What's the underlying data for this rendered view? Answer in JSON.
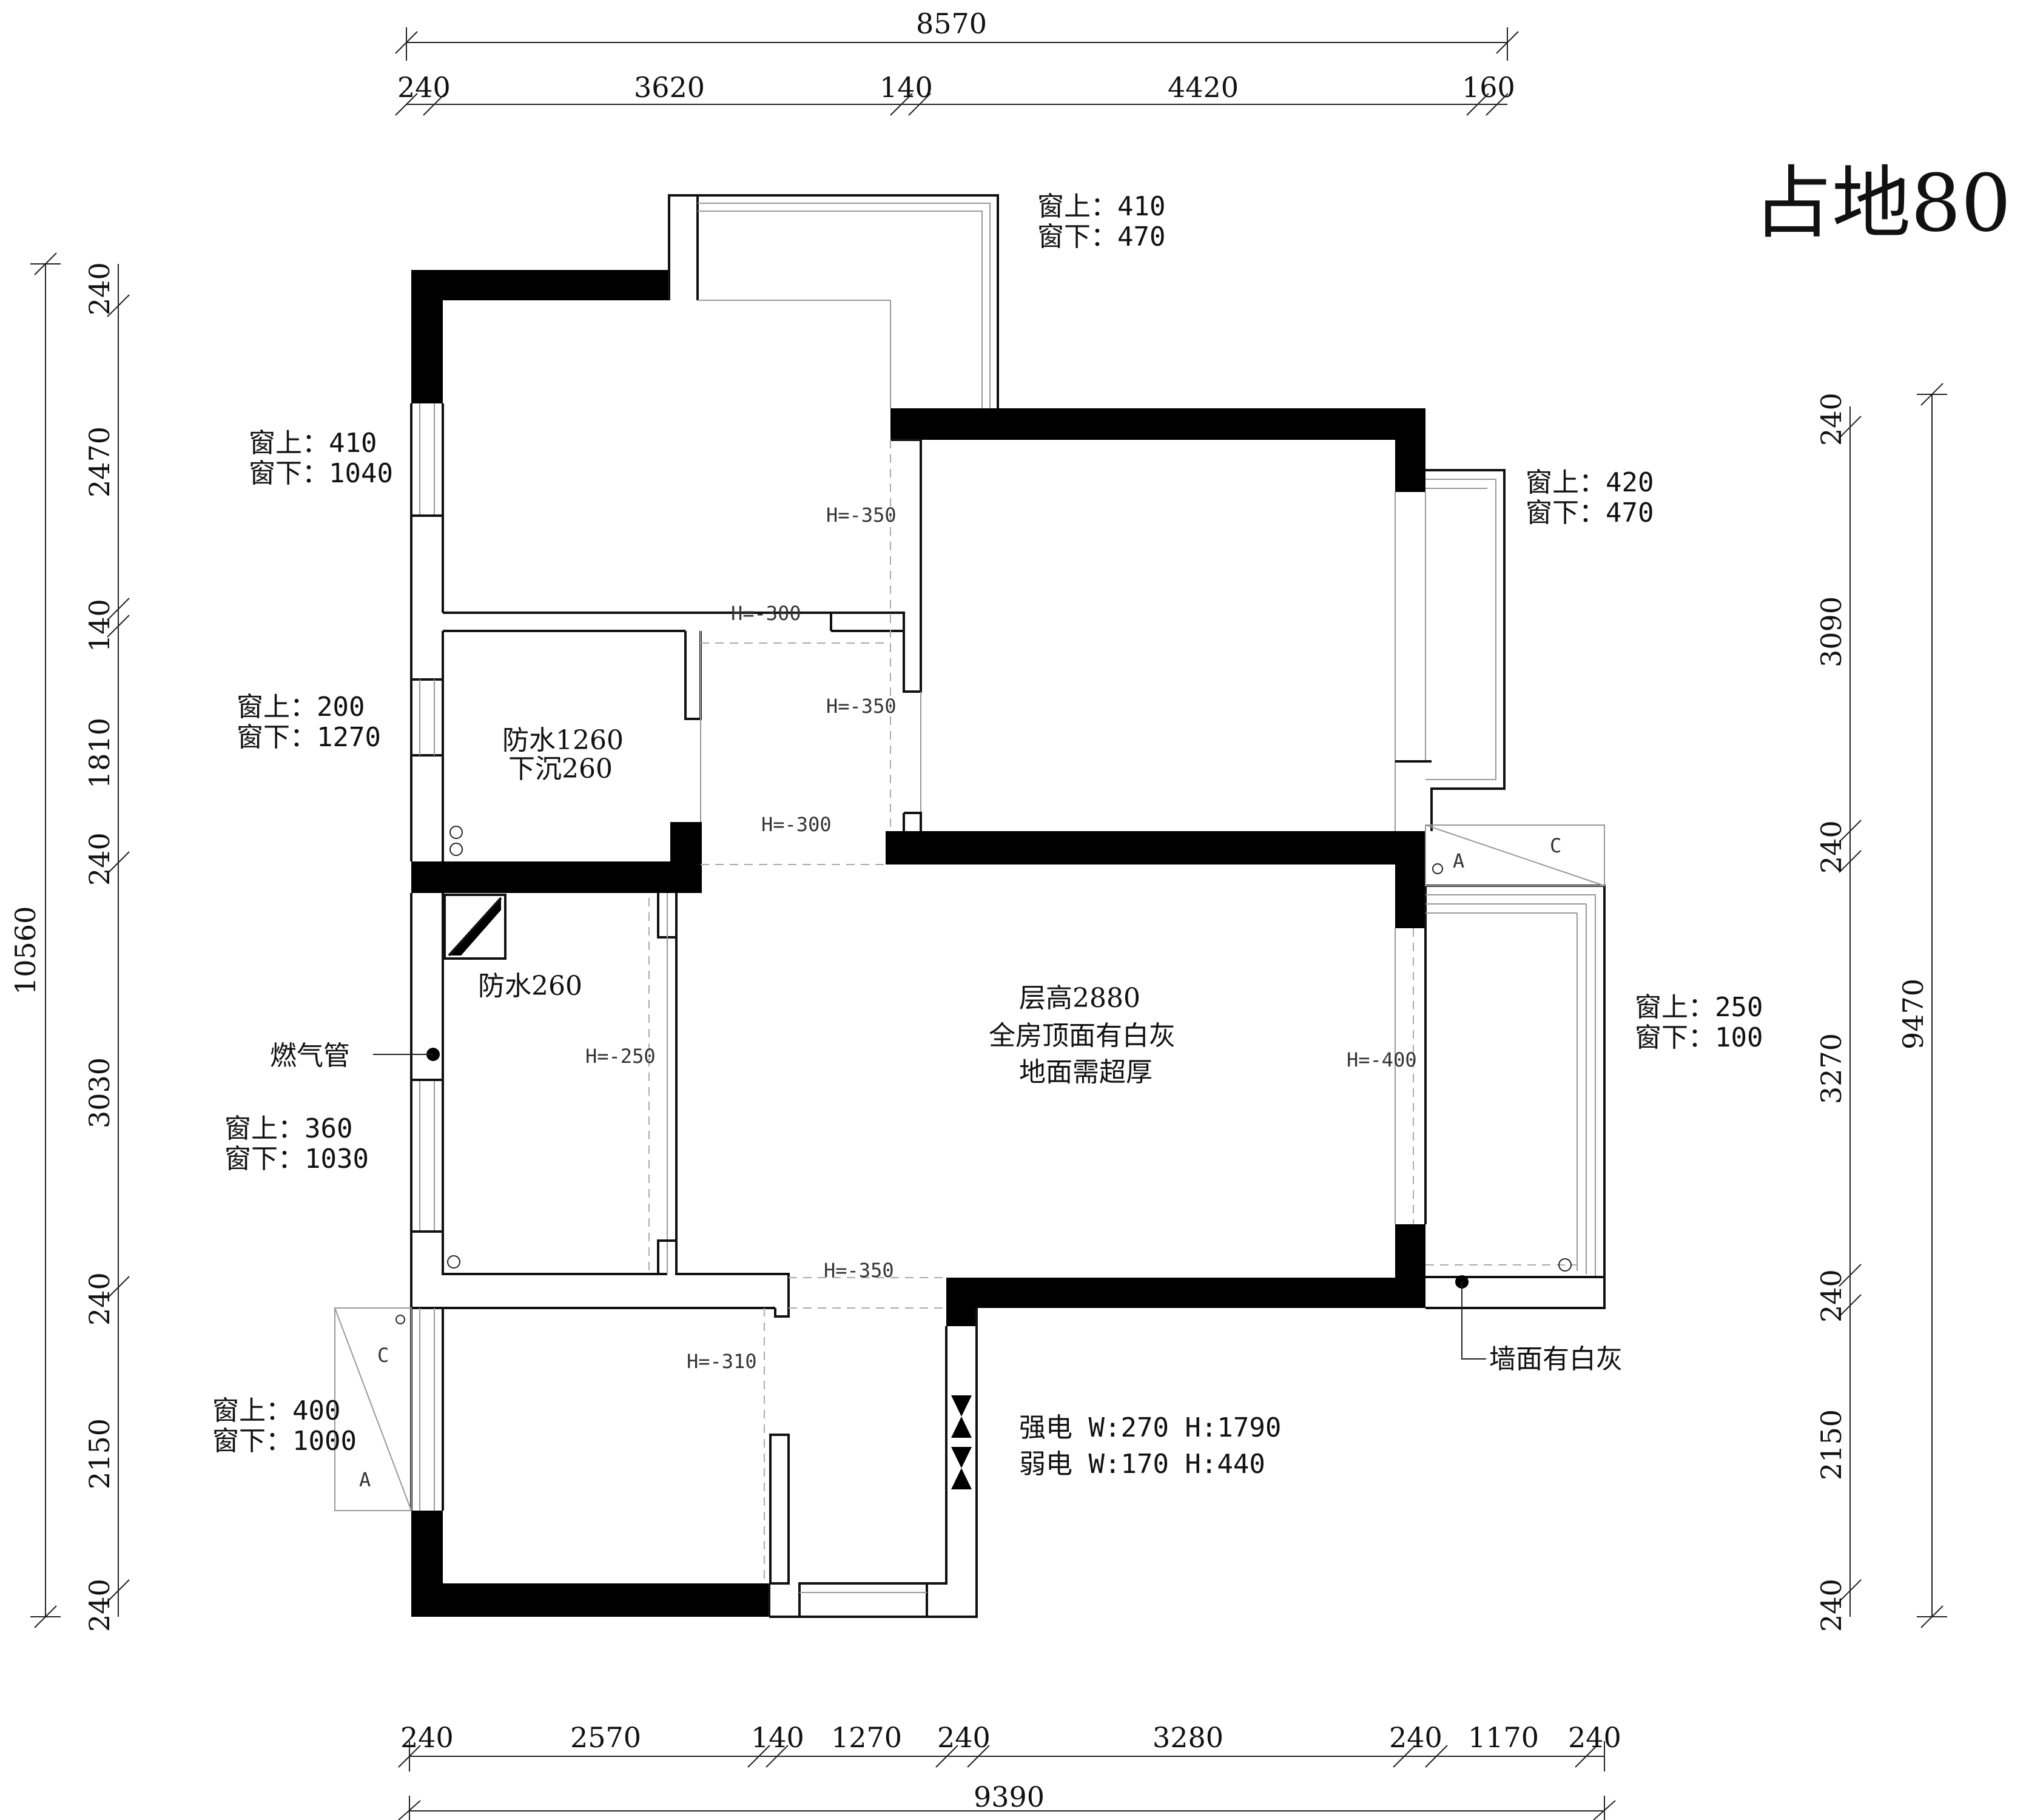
{
  "title": "占地80",
  "dims": {
    "top_total": "8570",
    "top": [
      "240",
      "3620",
      "140",
      "4420",
      "160"
    ],
    "bottom": [
      "240",
      "2570",
      "140",
      "1270",
      "240",
      "3280",
      "240",
      "1170",
      "240"
    ],
    "bottom_total": "9390",
    "left": [
      "240",
      "2470",
      "140",
      "1810",
      "240",
      "3030",
      "240",
      "2150",
      "240"
    ],
    "left_total": "10560",
    "right": [
      "240",
      "3090",
      "240",
      "3270",
      "240",
      "2150",
      "240"
    ],
    "right_total": "9470"
  },
  "windows": {
    "w1": {
      "up": "窗上：410",
      "down": "窗下：470"
    },
    "w2": {
      "up": "窗上：410",
      "down": "窗下：1040"
    },
    "w3": {
      "up": "窗上：420",
      "down": "窗下：470"
    },
    "w4": {
      "up": "窗上：200",
      "down": "窗下：1270"
    },
    "w5": {
      "up": "窗上：250",
      "down": "窗下：100"
    },
    "w6": {
      "up": "窗上：360",
      "down": "窗下：1030"
    },
    "w7": {
      "up": "窗上：400",
      "down": "窗下：1000"
    }
  },
  "heights": {
    "h1": "H=-350",
    "h2": "H=-300",
    "h3": "H=-350",
    "h4": "H=-300",
    "h5": "H=-250",
    "h6": "H=-400",
    "h7": "H=-350",
    "h8": "H=-310"
  },
  "notes": {
    "bath1_line1": "防水1260",
    "bath1_line2": "下沉260",
    "kitchen": "防水260",
    "gas": "燃气管",
    "living_line1": "层高2880",
    "living_line2": "全房顶面有白灰",
    "living_line3": "地面需超厚",
    "wall_note": "墙面有白灰",
    "elec_strong": "强电  W:270 H:1790",
    "elec_weak": "弱电  W:170 H:440",
    "letter_a": "A",
    "letter_c": "C"
  }
}
